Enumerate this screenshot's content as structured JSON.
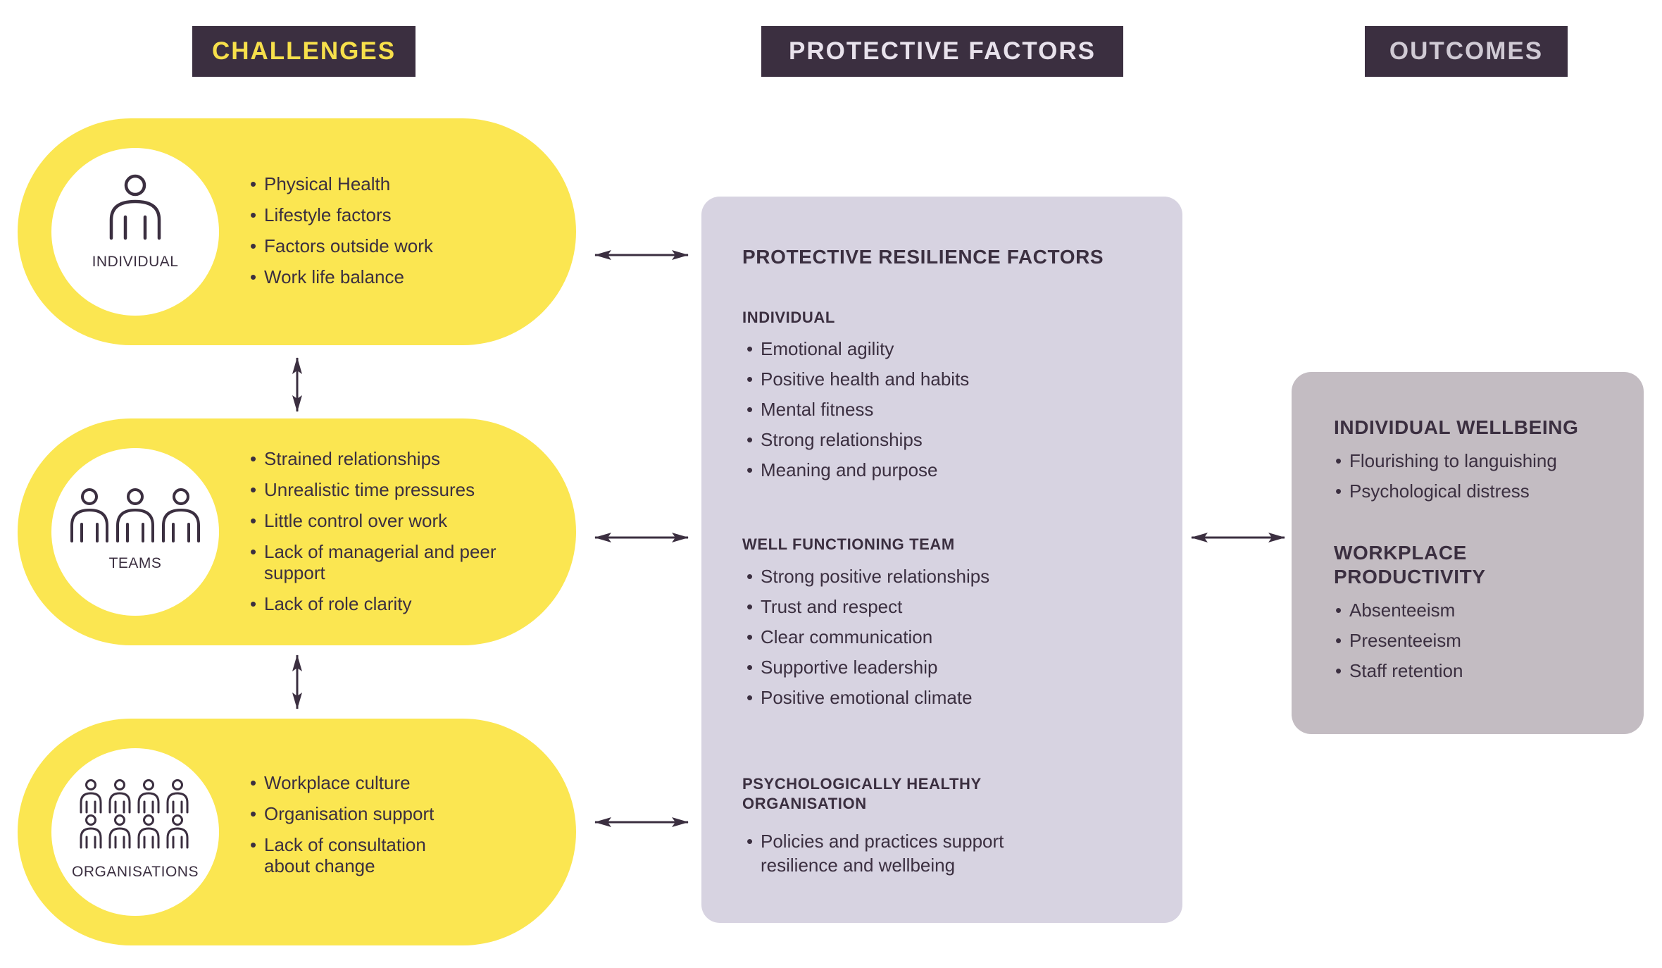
{
  "headers": {
    "challenges": "CHALLENGES",
    "protective": "PROTECTIVE FACTORS",
    "outcomes": "OUTCOMES"
  },
  "challenges": {
    "individual": {
      "label": "INDIVIDUAL",
      "icon": "person-icon",
      "items": [
        "Physical Health",
        "Lifestyle factors",
        "Factors outside work",
        "Work life balance"
      ]
    },
    "teams": {
      "label": "TEAMS",
      "icon": "team-icon",
      "items": [
        "Strained relationships",
        "Unrealistic time pressures",
        "Little control over work",
        "Lack of managerial and peer support",
        "Lack of role clarity"
      ]
    },
    "organisations": {
      "label": "ORGANISATIONS",
      "icon": "organisation-icon",
      "items": [
        "Workplace culture",
        "Organisation support",
        "Lack of consultation about change"
      ]
    }
  },
  "protective": {
    "title": "PROTECTIVE RESILIENCE FACTORS",
    "individual": {
      "heading": "INDIVIDUAL",
      "items": [
        "Emotional agility",
        "Positive health and habits",
        "Mental fitness",
        "Strong relationships",
        "Meaning and purpose"
      ]
    },
    "team": {
      "heading": "WELL FUNCTIONING TEAM",
      "items": [
        "Strong positive relationships",
        "Trust and respect",
        "Clear communication",
        "Supportive leadership",
        "Positive emotional climate"
      ]
    },
    "organisation": {
      "heading": "PSYCHOLOGICALLY HEALTHY ORGANISATION",
      "items": [
        "Policies and practices support resilience and wellbeing"
      ]
    }
  },
  "outcomes": {
    "wellbeing": {
      "heading": "INDIVIDUAL WELLBEING",
      "items": [
        "Flourishing to languishing",
        "Psychological distress"
      ]
    },
    "productivity": {
      "heading": "WORKPLACE PRODUCTIVITY",
      "items": [
        "Absenteeism",
        "Presenteeism",
        "Staff retention"
      ]
    }
  },
  "colors": {
    "header_bg": "#3b2f40",
    "challenge_fill": "#fbe651",
    "protective_fill": "#d7d3e1",
    "outcome_fill": "#c3bcc2",
    "ink": "#3b2f40"
  }
}
